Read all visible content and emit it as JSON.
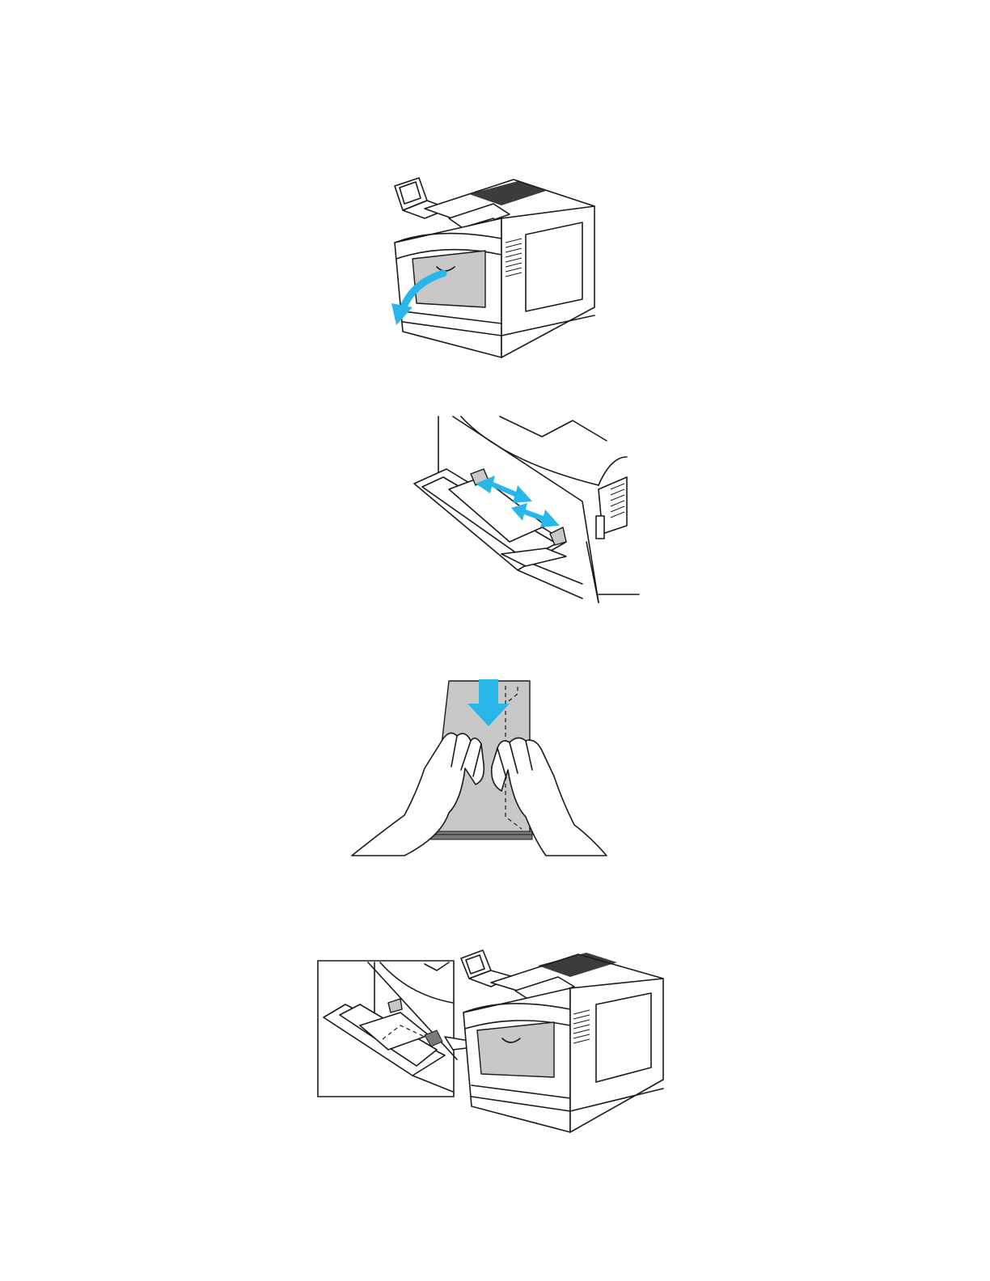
{
  "page": {
    "background": "#ffffff"
  },
  "colors": {
    "arrow": "#29b6e8",
    "line": "#1a1a1a",
    "gray": "#c8c8c8"
  },
  "figures": [
    {
      "id": "open-door",
      "icon": "printer-open-bypass-tray-illustration"
    },
    {
      "id": "adjust-guides",
      "icon": "bypass-tray-guides-illustration"
    },
    {
      "id": "envelopes",
      "icon": "hands-envelope-stack-illustration"
    },
    {
      "id": "loaded-tray",
      "icon": "printer-with-inset-illustration"
    }
  ]
}
